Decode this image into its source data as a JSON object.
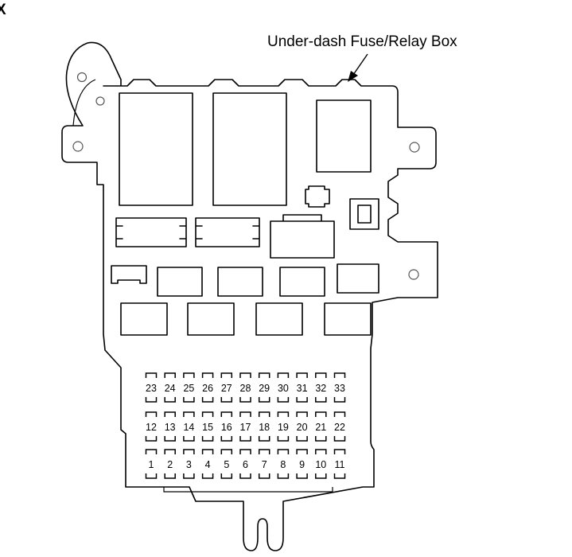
{
  "corner_label": "X",
  "callout_label": "Under-dash Fuse/Relay Box",
  "fuse_rows": [
    [
      "23",
      "24",
      "25",
      "26",
      "27",
      "28",
      "29",
      "30",
      "31",
      "32",
      "33"
    ],
    [
      "12",
      "13",
      "14",
      "15",
      "16",
      "17",
      "18",
      "19",
      "20",
      "21",
      "22"
    ],
    [
      "1",
      "2",
      "3",
      "4",
      "5",
      "6",
      "7",
      "8",
      "9",
      "10",
      "11"
    ]
  ]
}
